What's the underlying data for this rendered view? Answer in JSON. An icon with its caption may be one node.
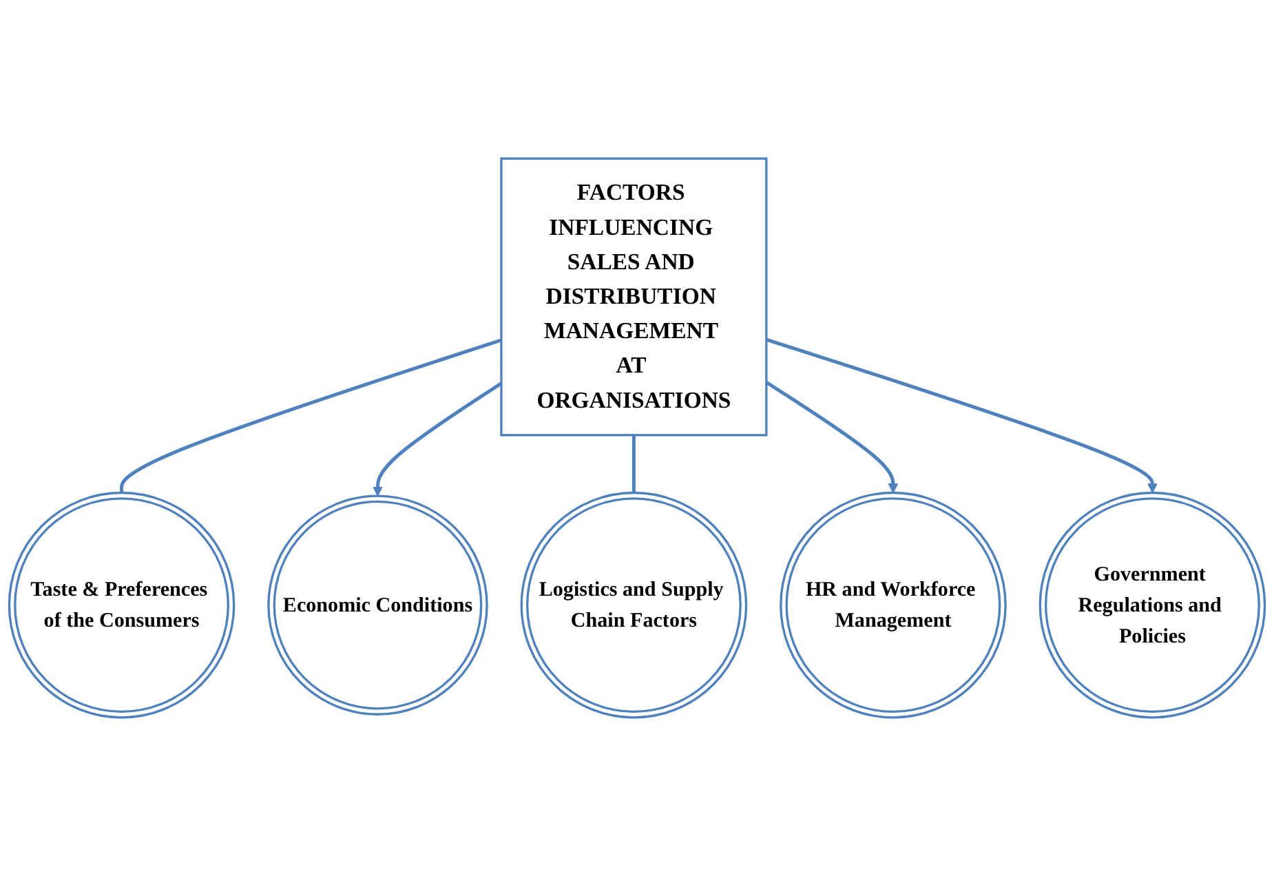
{
  "diagram": {
    "nodes": [
      {
        "text": [
          "FACTORS INFLUENCING SALES AND DISTRIBUTION MANAGEMENT AT ORGANISATIONS"
        ]
      },
      {
        "text": [
          "Taste & Preferences of the Consumers"
        ]
      },
      {
        "text": [
          "Economic Conditions"
        ]
      },
      {
        "text": [
          "Logistics and Supply Chain Factors"
        ]
      },
      {
        "text": [
          "HR and Workforce Management"
        ]
      },
      {
        "text": [
          "Government Regulations and Policies"
        ]
      }
    ],
    "edges": [
      {
        "from": 0,
        "to": 1,
        "arrow": "none"
      },
      {
        "from": 0,
        "to": 2,
        "arrow": "to"
      },
      {
        "from": 0,
        "to": 3,
        "arrow": "none"
      },
      {
        "from": 0,
        "to": 4,
        "arrow": "to"
      },
      {
        "from": 0,
        "to": 5,
        "arrow": "to"
      }
    ]
  }
}
